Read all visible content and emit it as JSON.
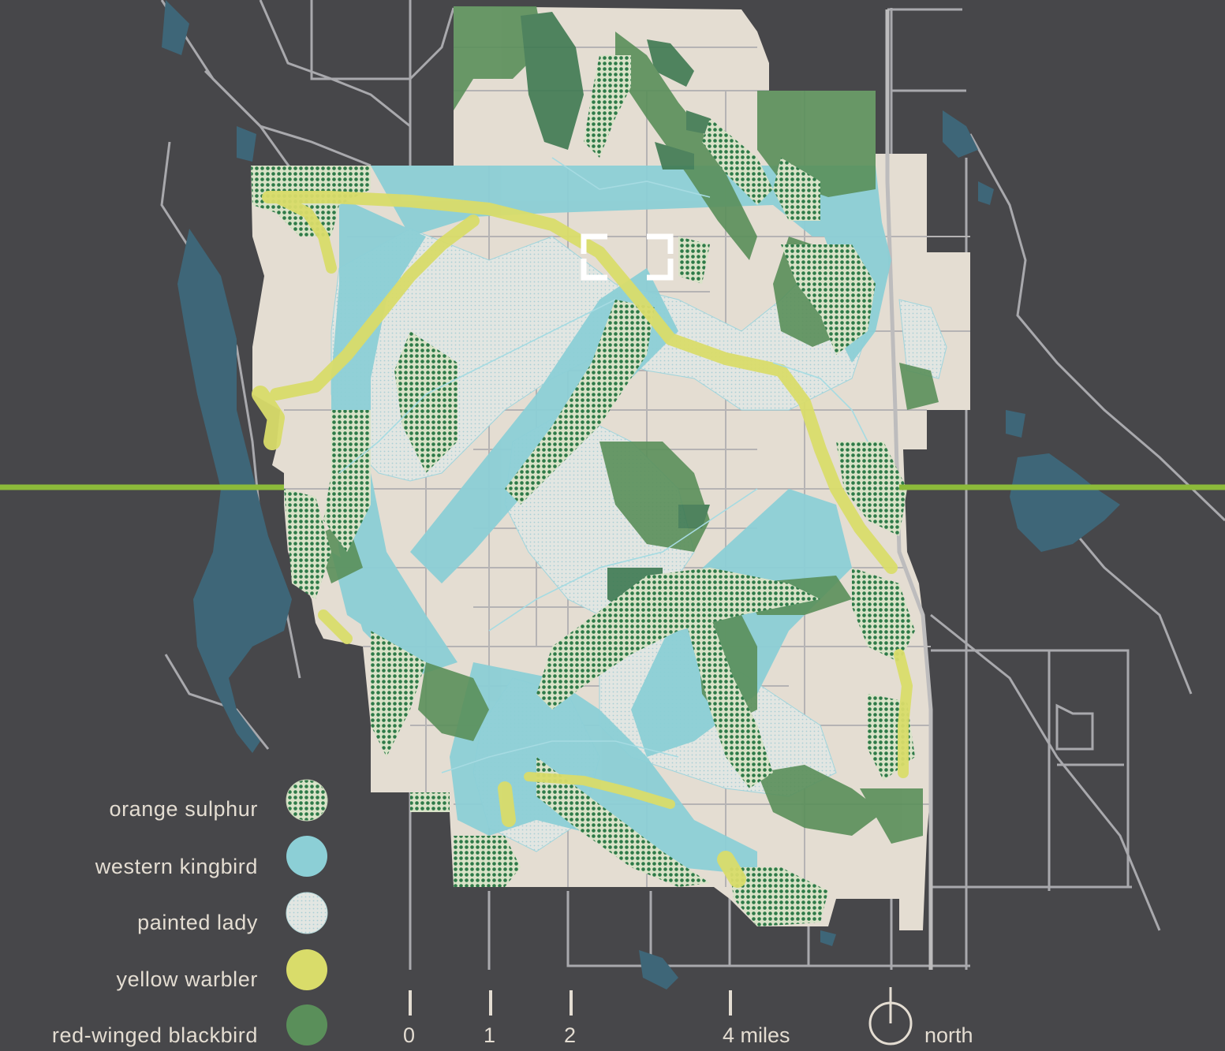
{
  "legend": {
    "items": [
      {
        "label": "orange sulphur",
        "color": "#2e7a48",
        "pattern": "dots"
      },
      {
        "label": "western kingbird",
        "color": "#8ccfd6",
        "pattern": "solid"
      },
      {
        "label": "painted lady",
        "color": "#d8e6e6",
        "pattern": "stipple"
      },
      {
        "label": "yellow warbler",
        "color": "#d9dc6a",
        "pattern": "solid"
      },
      {
        "label": "red-winged blackbird",
        "color": "#5a8f5a",
        "pattern": "solid"
      }
    ]
  },
  "scale_bar": {
    "labels": [
      "0",
      "1",
      "2",
      "4 miles"
    ]
  },
  "north_arrow": {
    "label": "north"
  },
  "colors": {
    "background": "#47474a",
    "city_land": "#e4ddd2",
    "water": "#3e6678",
    "roads": "#a9a9ad",
    "highlight_line": "#8cba3a",
    "selection_bracket": "#ffffff"
  }
}
